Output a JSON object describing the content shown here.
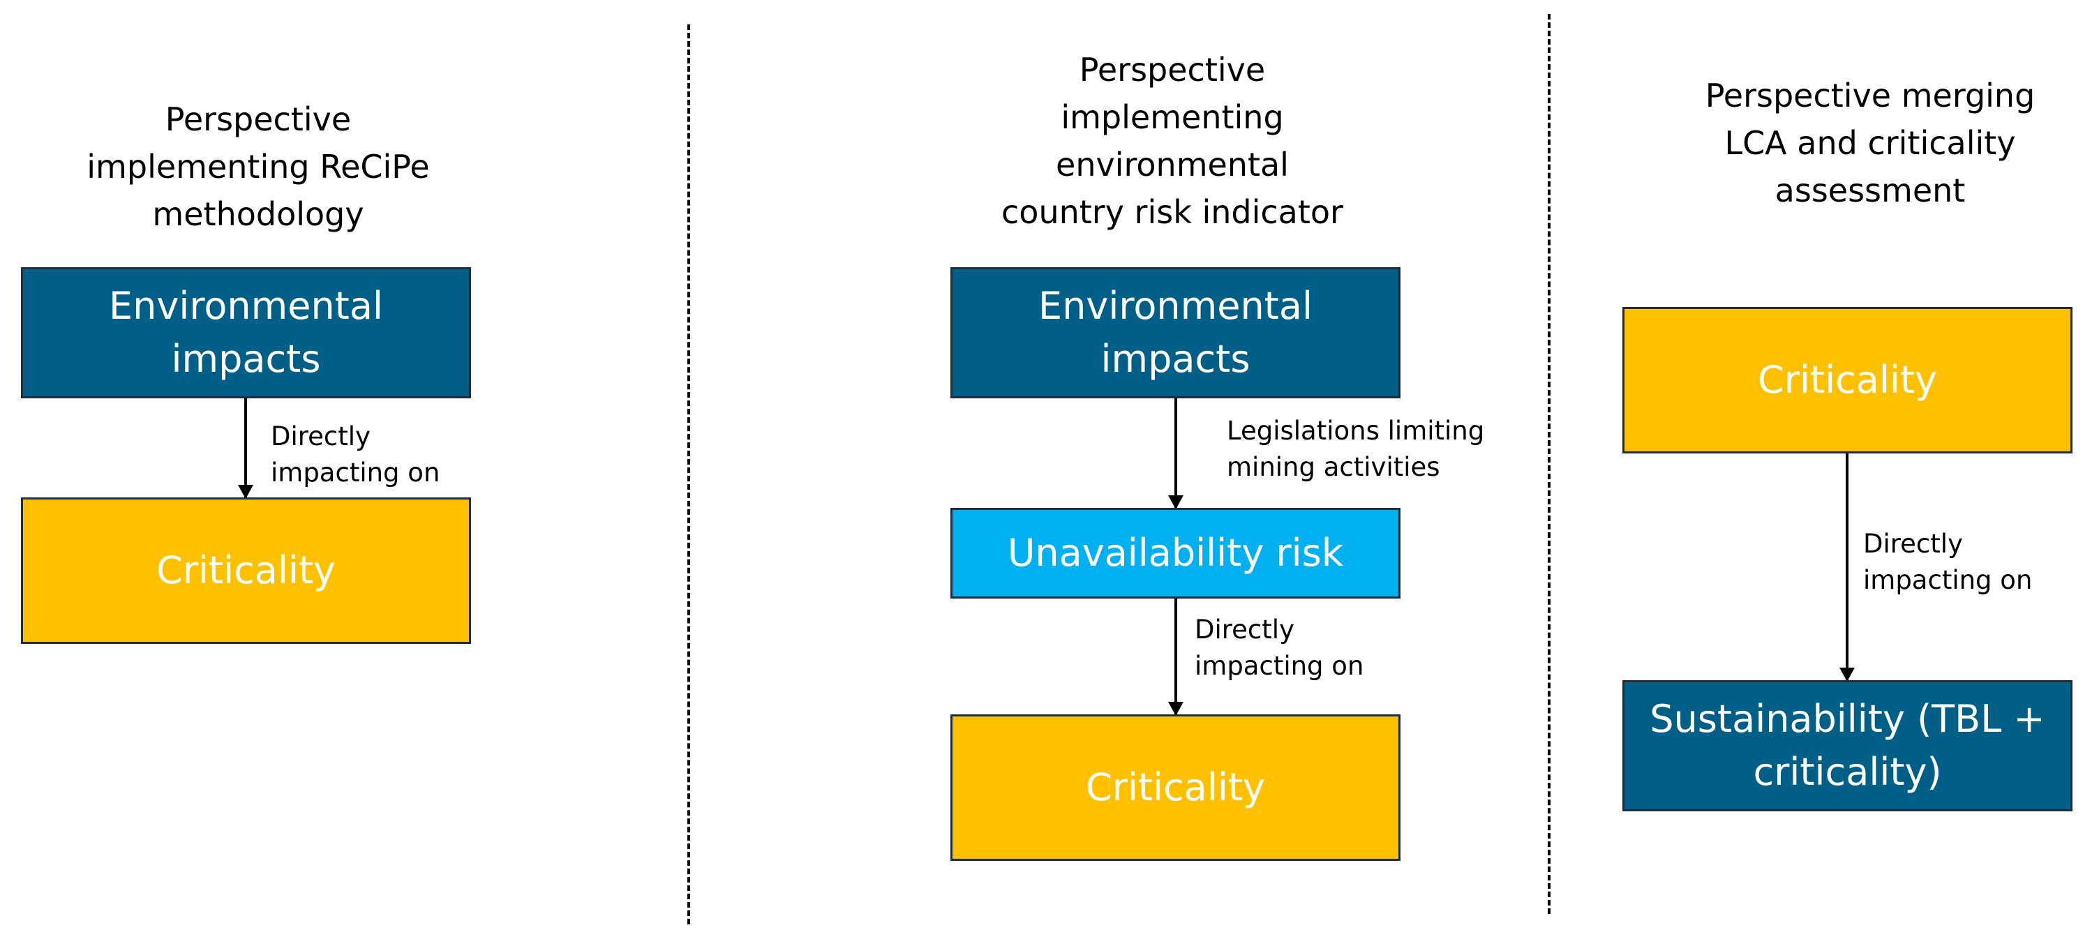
{
  "columns": [
    {
      "title": "Perspective\nimplementing ReCiPe\nmethodology",
      "boxes": [
        "Environmental\nimpacts",
        "Criticality"
      ],
      "edges": [
        "Directly\nimpacting on"
      ]
    },
    {
      "title": "Perspective\nimplementing\nenvironmental\ncountry risk indicator",
      "boxes": [
        "Environmental\nimpacts",
        "Unavailability risk",
        "Criticality"
      ],
      "edges": [
        "Legislations limiting\nmining activities",
        "Directly\nimpacting on"
      ]
    },
    {
      "title": "Perspective merging\nLCA and criticality\nassessment",
      "boxes": [
        "Criticality",
        "Sustainability (TBL +\ncriticality)"
      ],
      "edges": [
        "Directly\nimpacting on"
      ]
    }
  ],
  "colors": {
    "environmental_impacts": "#005f86",
    "criticality": "#ffc000",
    "unavailability_risk": "#00b0f0",
    "sustainability": "#005f86"
  }
}
